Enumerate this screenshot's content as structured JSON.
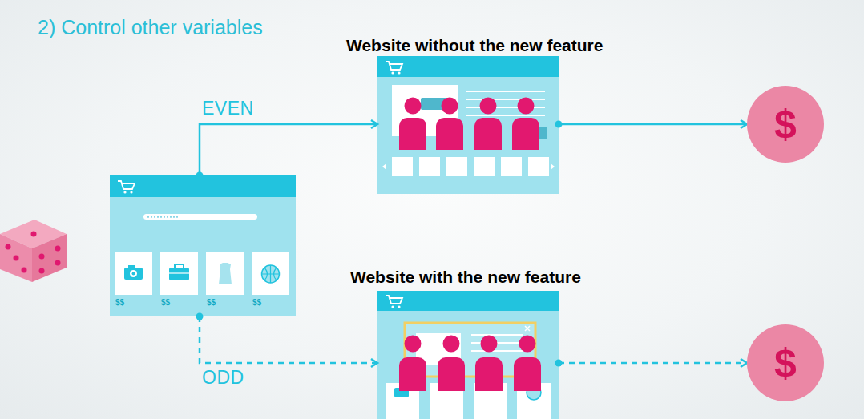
{
  "diagram": {
    "title": "2) Control other variables",
    "nodes": [
      {
        "text": [
          "$$",
          "$$",
          "$$",
          "$$"
        ]
      },
      {
        "text": [
          "Website without the new feature"
        ]
      },
      {
        "text": [
          "$"
        ]
      },
      {
        "text": [
          "Website with the new feature"
        ]
      },
      {
        "text": [
          "$"
        ]
      }
    ],
    "edges": [
      {
        "from": 0,
        "to": 1,
        "arrow": "to",
        "label": "EVEN"
      },
      {
        "from": 0,
        "to": 3,
        "arrow": "to",
        "label": "ODD"
      },
      {
        "from": 1,
        "to": 2,
        "arrow": "to"
      },
      {
        "from": 3,
        "to": 4,
        "arrow": "to"
      }
    ]
  }
}
